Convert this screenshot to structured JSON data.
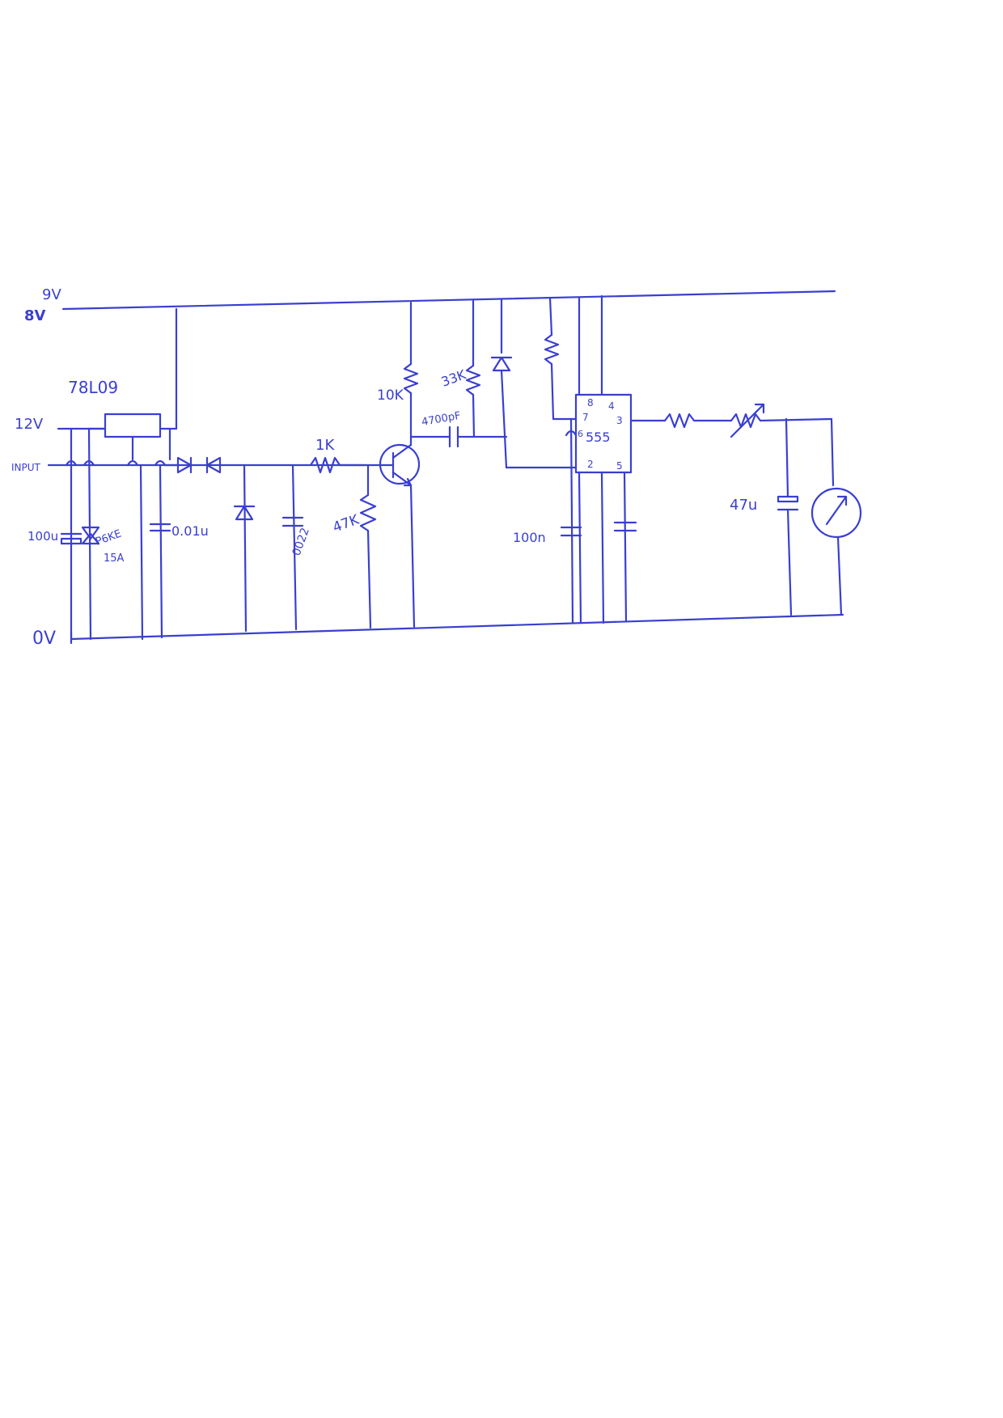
{
  "ink_color": "#3a3fd0",
  "paper_color": "#ffffff",
  "labels": {
    "rail_9v": "9V",
    "rail_9v_scribble": "8V",
    "rail_12v": "12V",
    "input": "INPUT",
    "rail_0v": "0V",
    "regulator": "78L09",
    "cap_100u": "100u",
    "tvs_diode": "P6KE",
    "tvs_diode_rating": "15A",
    "cap_001u": "0.01u",
    "cap_0022": "0022",
    "res_1k": "1K",
    "res_47k": "47K",
    "res_10k": "10K",
    "res_33k": "33K",
    "cap_4700p": "4700pF",
    "cap_100n": "100n",
    "cap_47u": "47u",
    "ic_555": "555",
    "pin_8": "8",
    "pin_4": "4",
    "pin_7": "7",
    "pin_3": "3",
    "pin_6": "6",
    "pin_2": "2",
    "pin_5": "5"
  }
}
